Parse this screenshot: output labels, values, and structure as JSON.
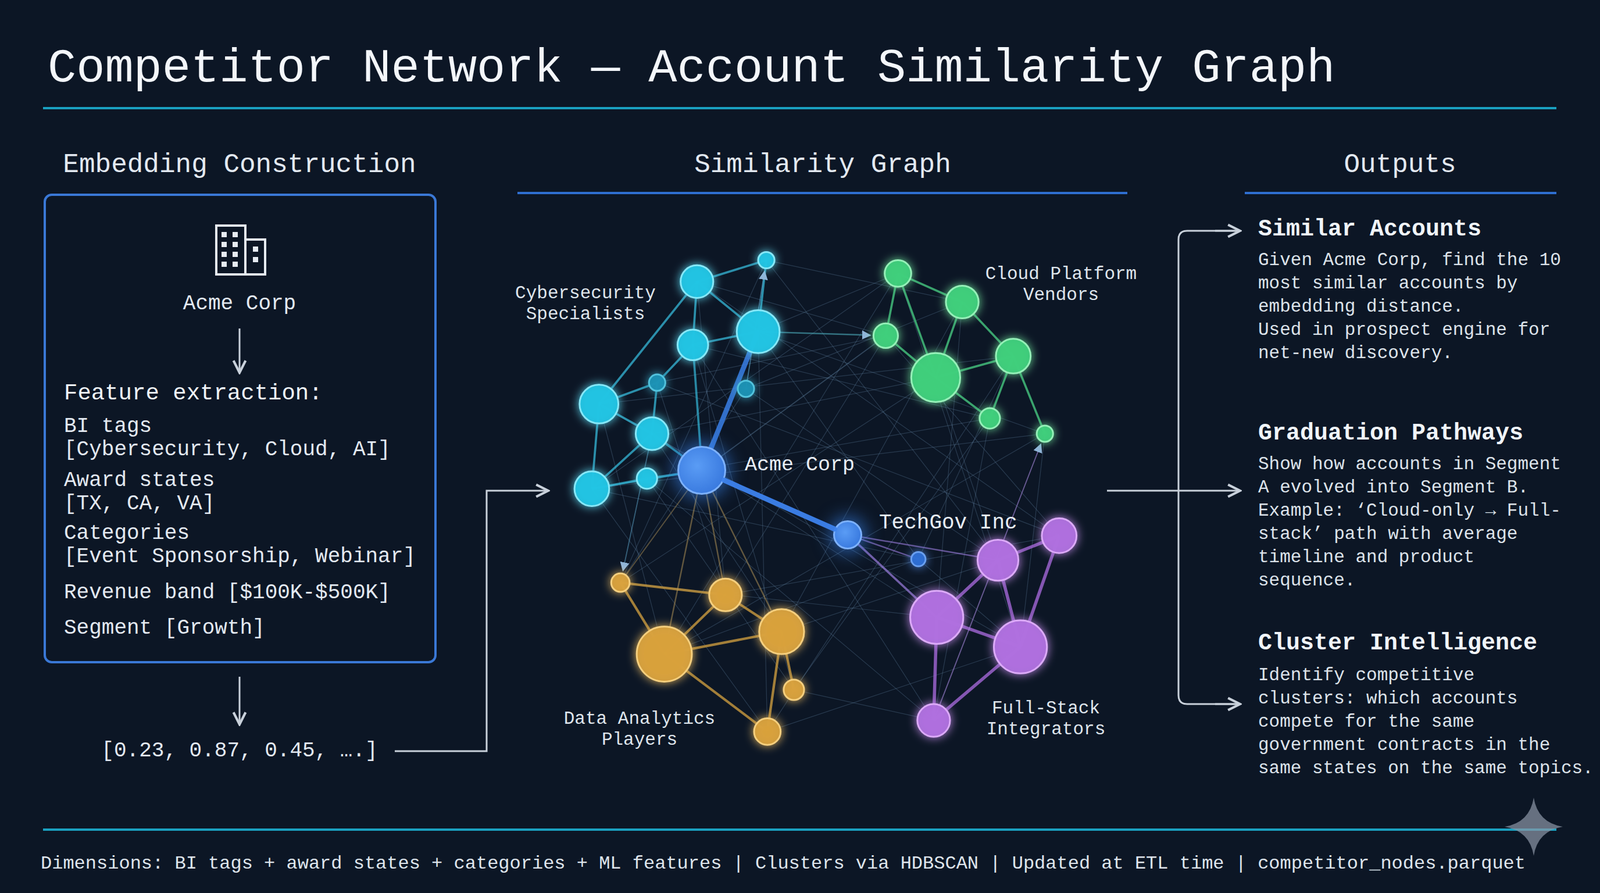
{
  "diagram": {
    "title": "Competitor Network — Account Similarity Graph",
    "caption": "Dimensions: BI tags + award states + categories + ML features | Clusters via HDBSCAN | Updated at ETL time | competitor_nodes.parquet",
    "nodes": [
      {
        "text": [
          "Acme Corp",
          "Feature extraction:",
          "BI tags [Cybersecurity, Cloud, AI]",
          "Award states [TX, CA, VA]",
          "Categories [Event Sponsorship, Webinar]",
          "Revenue band [$100K-$500K]",
          "Segment [Growth]"
        ]
      },
      {
        "text": [
          "Acme Corp"
        ]
      },
      {
        "text": [
          "TechGov Inc"
        ]
      }
    ],
    "edges": [
      {
        "from": 1,
        "to": 2,
        "arrow": "none"
      }
    ],
    "labels": [
      "Embedding Construction",
      "Similarity Graph",
      "Outputs",
      "[0.23, 0.87, 0.45, ….]",
      "Cybersecurity Specialists",
      "Cloud Platform Vendors",
      "Data Analytics Players",
      "Full-Stack Integrators",
      "Similar Accounts",
      "Given Acme Corp, find the 10 most similar accounts by embedding distance. Used in prospect engine for net-new discovery.",
      "Graduation Pathways",
      "Show how accounts in Segment A evolved into Segment B. Example: ‘Cloud-only → Full-stack’ path with average timeline and product sequence.",
      "Cluster Intelligence",
      "Identify competitive clusters: which accounts compete for the same government contracts in the same states on the same topics."
    ]
  }
}
